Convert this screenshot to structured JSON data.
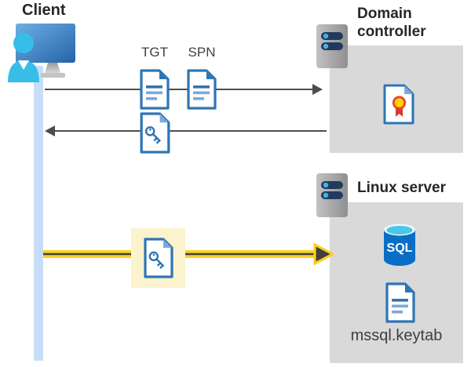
{
  "client": {
    "label": "Client"
  },
  "domain_controller": {
    "label": "Domain controller"
  },
  "linux_server": {
    "label": "Linux server",
    "sql_icon_label": "SQL",
    "keytab_file_label": "mssql.keytab"
  },
  "flow": {
    "tgt_label": "TGT",
    "spn_label": "SPN"
  },
  "colors": {
    "doc_blue": "#2e75b6",
    "doc_blue_light": "#7da7d9",
    "timeline_blue": "#c7ddf7",
    "entity_box_gray": "#d9d9d9",
    "arrow_gray": "#4d4d4d",
    "highlight_yellow_bg": "#faf3cd",
    "arrow_yellow": "#fdd021",
    "server_pill_navy": "#24395e",
    "server_dot_cyan": "#41b4e5",
    "sql_blue": "#0a6ec6",
    "sql_top_cyan": "#45c8e9",
    "cert_gold": "#ffd400",
    "cert_red": "#d8382c",
    "person_cyan": "#38bde9"
  }
}
